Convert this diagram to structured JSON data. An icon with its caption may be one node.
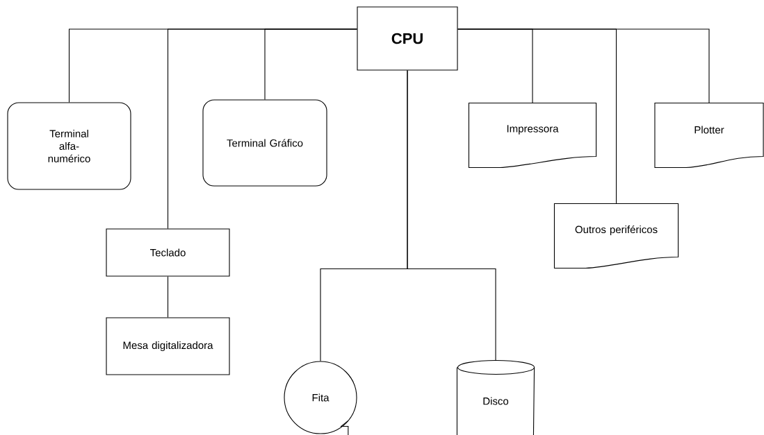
{
  "diagram": {
    "nodes": [
      {
        "text": [
          "CPU"
        ]
      },
      {
        "text": [
          "Terminal alfa-numérico"
        ]
      },
      {
        "text": [
          "Terminal Gráfico"
        ]
      },
      {
        "text": [
          "Impressora"
        ]
      },
      {
        "text": [
          "Plotter"
        ]
      },
      {
        "text": [
          "Teclado"
        ]
      },
      {
        "text": [
          "Outros periféricos"
        ]
      },
      {
        "text": [
          "Mesa digitalizadora"
        ]
      },
      {
        "text": [
          "Fita"
        ]
      },
      {
        "text": [
          "Disco"
        ]
      }
    ],
    "edges": [
      {
        "from": 0,
        "to": 1,
        "arrow": "none"
      },
      {
        "from": 0,
        "to": 5,
        "arrow": "none"
      },
      {
        "from": 0,
        "to": 2,
        "arrow": "none"
      },
      {
        "from": 0,
        "to": 3,
        "arrow": "none"
      },
      {
        "from": 0,
        "to": 6,
        "arrow": "none"
      },
      {
        "from": 0,
        "to": 4,
        "arrow": "none"
      },
      {
        "from": 0,
        "to": 8,
        "arrow": "none"
      },
      {
        "from": 0,
        "to": 9,
        "arrow": "none"
      },
      {
        "from": 5,
        "to": 7,
        "arrow": "none"
      }
    ]
  }
}
